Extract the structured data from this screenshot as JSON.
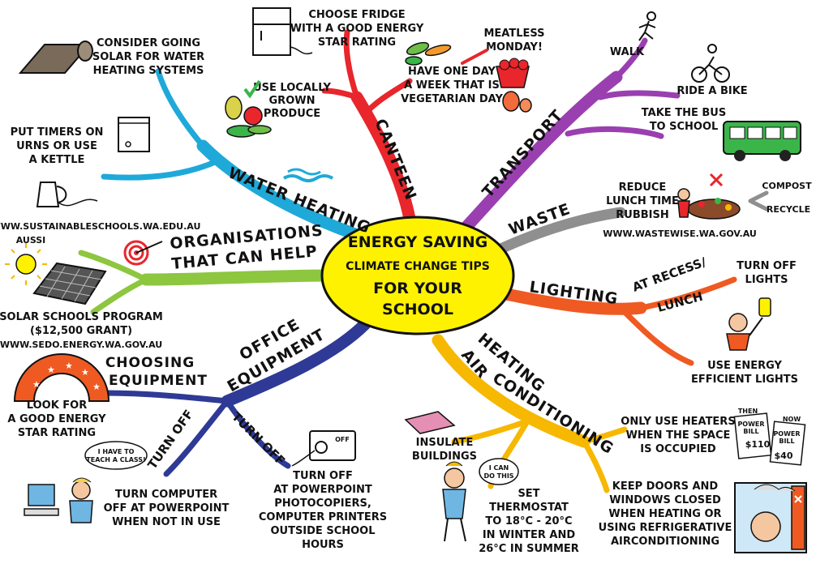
{
  "center": {
    "line1": "ENERGY SAVING",
    "line2": "CLIMATE CHANGE TIPS",
    "line3": "FOR YOUR",
    "line4": "SCHOOL"
  },
  "colors": {
    "canteen": "#e8262b",
    "transport": "#9a3fb0",
    "waste": "#8f8f8f",
    "lighting": "#ef5a22",
    "heating": "#f6b800",
    "office": "#2e3a95",
    "organisations": "#8dc63f",
    "water": "#1fa9d9",
    "center_fill": "#fff200"
  },
  "branches": {
    "water": {
      "title": "WATER HEATING",
      "tip1": [
        "CONSIDER GOING",
        "SOLAR FOR WATER",
        "HEATING SYSTEMS"
      ],
      "tip2": [
        "PUT TIMERS ON",
        "URNS OR USE",
        "A KETTLE"
      ]
    },
    "canteen": {
      "title": "CANTEEN",
      "tip1": [
        "CHOOSE FRIDGE",
        "WITH A GOOD ENERGY",
        "STAR RATING"
      ],
      "tip2": [
        "USE LOCALLY",
        "GROWN",
        "PRODUCE"
      ],
      "tip3": [
        "HAVE ONE DAY",
        "A WEEK THAT IS",
        "VEGETARIAN DAY"
      ],
      "tip3_note": [
        "MEATLESS",
        "MONDAY!"
      ]
    },
    "transport": {
      "title": "TRANSPORT",
      "tip1": "WALK",
      "tip2": "RIDE A BIKE",
      "tip3": [
        "TAKE THE BUS",
        "TO SCHOOL"
      ]
    },
    "waste": {
      "title": "WASTE",
      "tip1": [
        "REDUCE",
        "LUNCH TIME",
        "RUBBISH"
      ],
      "compost": "COMPOST",
      "recycle": "RECYCLE",
      "url": "WWW.WASTEWISE.WA.GOV.AU"
    },
    "lighting": {
      "title": "LIGHTING",
      "sub": [
        "AT RECESS/",
        "LUNCH"
      ],
      "tip1": [
        "TURN OFF",
        "LIGHTS"
      ],
      "tip2": [
        "USE ENERGY",
        "EFFICIENT LIGHTS"
      ]
    },
    "heating": {
      "title1": "HEATING",
      "title2": "AIR",
      "title3": "CONDITIONING",
      "tip1": [
        "ONLY USE HEATERS",
        "WHEN THE SPACE",
        "IS OCCUPIED"
      ],
      "tip2": [
        "KEEP DOORS AND",
        "WINDOWS CLOSED",
        "WHEN HEATING OR",
        "USING REFRIGERATIVE",
        "AIRCONDITIONING"
      ],
      "tip3": [
        "INSULATE",
        "BUILDINGS"
      ],
      "tip4": [
        "SET",
        "THERMOSTAT",
        "TO 18°C - 20°C",
        "IN WINTER AND",
        "26°C IN SUMMER"
      ],
      "speech": [
        "I CAN",
        "DO THIS"
      ],
      "bill_then": "THEN",
      "bill_now": "NOW",
      "bill_label": [
        "POWER",
        "BILL"
      ],
      "bill_then_amount": "$110",
      "bill_now_amount": "$40"
    },
    "office": {
      "title1": "OFFICE",
      "title2": "EQUIPMENT",
      "choosing": [
        "CHOOSING",
        "EQUIPMENT"
      ],
      "star_tip": [
        "LOOK FOR",
        "A GOOD ENERGY",
        "STAR RATING"
      ],
      "turn_off_a": "TURN OFF",
      "turn_off_b": "TURN OFF",
      "tip1": [
        "TURN COMPUTER",
        "OFF AT POWERPOINT",
        "WHEN NOT IN USE"
      ],
      "tip2": [
        "TURN OFF",
        "AT POWERPOINT",
        "PHOTOCOPIERS,",
        "COMPUTER PRINTERS",
        "OUTSIDE SCHOOL",
        "HOURS"
      ],
      "speech": [
        "I HAVE TO",
        "TEACH A CLASS!"
      ],
      "switch_label": "OFF"
    },
    "organisations": {
      "title1": "ORGANISATIONS",
      "title2": "THAT CAN HELP",
      "url1": "WWW.SUSTAINABLESCHOOLS.WA.EDU.AU",
      "aussi": "AUSSI",
      "tip1": [
        "SOLAR SCHOOLS PROGRAM",
        "($12,500 GRANT)"
      ],
      "url2": "WWW.SEDO.ENERGY.WA.GOV.AU"
    }
  }
}
